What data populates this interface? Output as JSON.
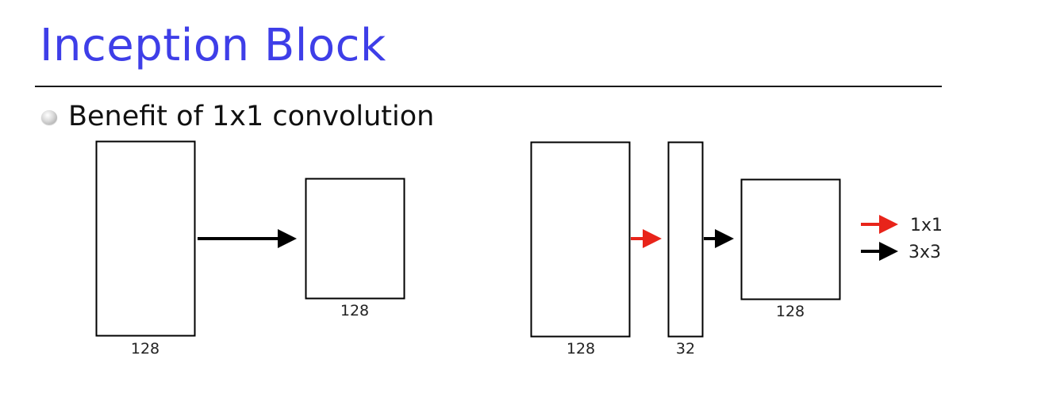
{
  "header": {
    "title": "Inception Block"
  },
  "bullet": {
    "text": "Benefit of 1x1 convolution",
    "icon": "bullet-orb-icon"
  },
  "left_diagram": {
    "input_label": "128",
    "output_label": "128"
  },
  "right_diagram": {
    "input_label": "128",
    "bottleneck_label": "32",
    "output_label": "128"
  },
  "legend": {
    "items": [
      {
        "label": "1x1",
        "color": "#e8241a"
      },
      {
        "label": "3x3",
        "color": "#000000"
      }
    ]
  },
  "colors": {
    "title": "#3e3ee8",
    "arrow_1x1": "#e8241a",
    "arrow_3x3": "#000000"
  }
}
